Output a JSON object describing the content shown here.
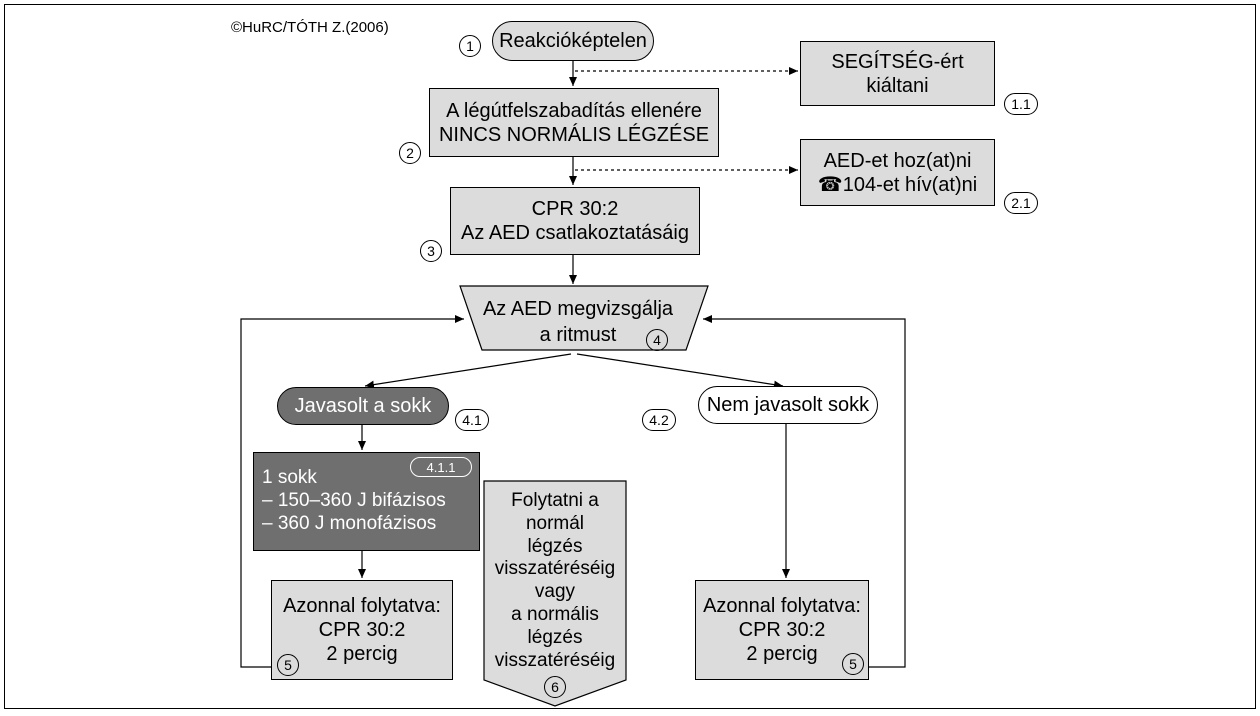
{
  "copyright": "©HuRC/TÓTH Z.(2006)",
  "steps": {
    "s1": {
      "text": "Reakcióképtelen",
      "number": "1"
    },
    "s1_1": {
      "lines": [
        "SEGÍTSÉG-ért",
        "kiáltani"
      ],
      "number": "1.1"
    },
    "s2": {
      "lines": [
        "A légútfelszabadítás ellenére",
        "NINCS NORMÁLIS LÉGZÉSE"
      ],
      "number": "2"
    },
    "s2_1": {
      "lines": [
        "AED-et hoz(at)ni",
        "104-et hív(at)ni"
      ],
      "phone_icon": "phone-icon",
      "number": "2.1"
    },
    "s3": {
      "lines": [
        "CPR 30:2",
        "Az AED csatlakoztatásáig"
      ],
      "number": "3"
    },
    "s4": {
      "lines": [
        "Az AED megvizsgálja",
        "a ritmust"
      ],
      "number": "4"
    },
    "s4_1": {
      "text": "Javasolt a sokk",
      "number": "4.1"
    },
    "s4_1_1": {
      "lines": [
        "1 sokk",
        "– 150–360 J bifázisos",
        "– 360 J monofázisos"
      ],
      "number": "4.1.1"
    },
    "s4_2": {
      "text": "Nem javasolt sokk",
      "number": "4.2"
    },
    "s5_left": {
      "lines": [
        "Azonnal folytatva:",
        "CPR 30:2",
        "2 percig"
      ],
      "number": "5"
    },
    "s5_right": {
      "lines": [
        "Azonnal folytatva:",
        "CPR 30:2",
        "2 percig"
      ],
      "number": "5"
    },
    "s6": {
      "lines": [
        "Folytatni a normál",
        "légzés",
        "visszatéréséig",
        "vagy",
        "a normális légzés",
        "visszatéréséig"
      ],
      "number": "6"
    }
  },
  "colors": {
    "box_fill": "#dcdcdc",
    "dark_fill": "#6f6f6f",
    "stroke": "#000000"
  }
}
